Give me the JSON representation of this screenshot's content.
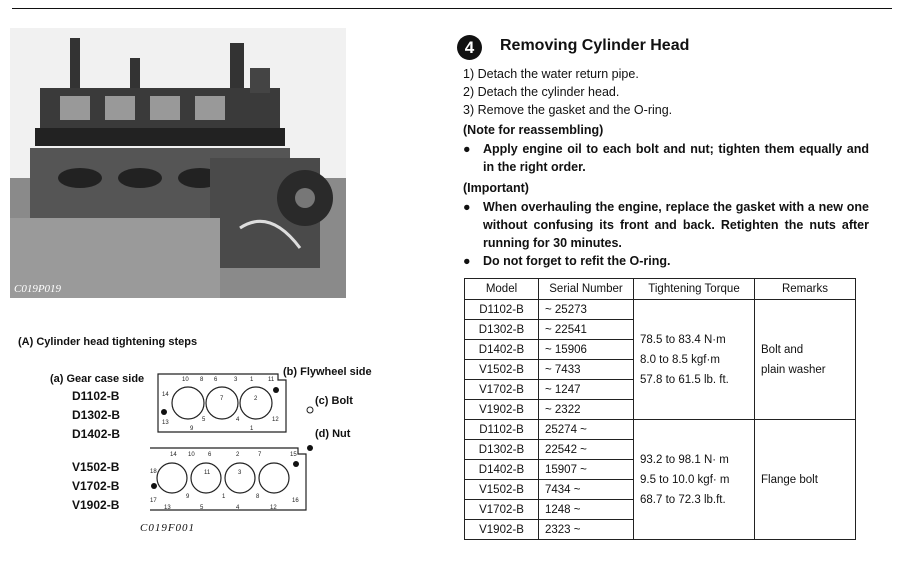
{
  "photo": {
    "code": "C019P019"
  },
  "figure": {
    "caption": "(A)  Cylinder head tightening steps",
    "gear_case_side": "(a) Gear case side",
    "flywheel_side": "(b) Flywheel side",
    "bolt": "(c) Bolt",
    "nut": "(d) Nut",
    "models_top": [
      "D1102-B",
      "D1302-B",
      "D1402-B"
    ],
    "models_bottom": [
      "V1502-B",
      "V1702-B",
      "V1902-B"
    ],
    "code": "C019F001",
    "top_head_numbers": [
      "10",
      "8",
      "6",
      "3",
      "1",
      "11",
      "14",
      "7",
      "2",
      "13",
      "5",
      "4",
      "12",
      "9",
      "1"
    ],
    "bottom_head_numbers": [
      "14",
      "10",
      "6",
      "2",
      "7",
      "15",
      "18",
      "11",
      "3",
      "17",
      "9",
      "1",
      "8",
      "16",
      "13",
      "5",
      "4",
      "12"
    ]
  },
  "section": {
    "number": "4",
    "title": "Removing Cylinder Head",
    "steps": [
      "1) Detach the water return pipe.",
      "2) Detach the cylinder head.",
      "3) Remove the gasket and the O-ring."
    ],
    "note_heading": "(Note for reassembling)",
    "note_bullet": "Apply engine oil to each bolt and nut; tighten them equally and in the right order.",
    "important_heading": "(Important)",
    "important_bullets": [
      "When overhauling the engine, replace the gasket with a new one without confusing its front and back. Retighten the nuts after running for 30 minutes.",
      "Do not forget to refit the O-ring."
    ],
    "bullet_glyph": "●"
  },
  "table": {
    "headers": [
      "Model",
      "Serial Number",
      "Tightening Torque",
      "Remarks"
    ],
    "group1": {
      "rows": [
        {
          "model": "D1102-B",
          "serial": "~ 25273"
        },
        {
          "model": "D1302-B",
          "serial": "~ 22541"
        },
        {
          "model": "D1402-B",
          "serial": "~ 15906"
        },
        {
          "model": "V1502-B",
          "serial": "~ 7433"
        },
        {
          "model": "V1702-B",
          "serial": "~ 1247"
        },
        {
          "model": "V1902-B",
          "serial": "~ 2322"
        }
      ],
      "torque": [
        "78.5 to 83.4 N·m",
        "8.0 to 8.5 kgf·m",
        "57.8 to 61.5 lb. ft."
      ],
      "remarks": [
        "Bolt and",
        "plain washer"
      ]
    },
    "group2": {
      "rows": [
        {
          "model": "D1102-B",
          "serial": "25274 ~"
        },
        {
          "model": "D1302-B",
          "serial": "22542 ~"
        },
        {
          "model": "D1402-B",
          "serial": "15907 ~"
        },
        {
          "model": "V1502-B",
          "serial": "7434 ~"
        },
        {
          "model": "V1702-B",
          "serial": "1248 ~"
        },
        {
          "model": "V1902-B",
          "serial": "2323 ~"
        }
      ],
      "torque": [
        "93.2 to 98.1 N· m",
        "9.5 to 10.0 kgf· m",
        "68.7 to 72.3 lb.ft."
      ],
      "remarks": [
        "Flange bolt"
      ]
    }
  }
}
